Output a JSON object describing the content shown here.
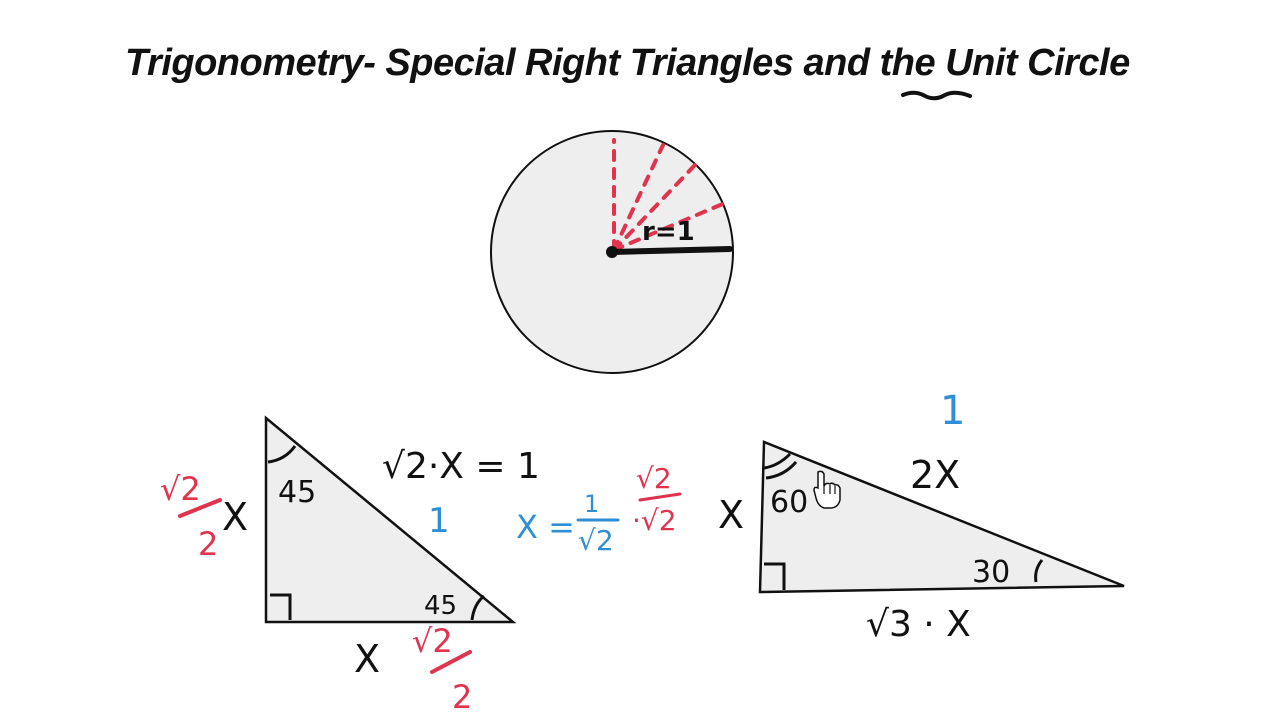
{
  "title": {
    "part1": "Trigonometry- Special Right Triangles and the ",
    "underlined_word": "Unit",
    "part2": " Circle"
  },
  "circle": {
    "radius_label": "r=1"
  },
  "triangle_45": {
    "angle_top": "45",
    "angle_bottom": "45",
    "leg_bottom": "X",
    "leg_left": "X",
    "hypotenuse_value": "1",
    "leg_left_value_num": "√2",
    "leg_left_value_den": "2",
    "leg_bottom_value_num": "√2",
    "leg_bottom_value_den": "2"
  },
  "work": {
    "equation": "√2·X = 1",
    "solve_lhs": "X =",
    "solve_num": "1",
    "solve_den": "√2",
    "rationalize_num": "√2",
    "rationalize_den": "·√2"
  },
  "triangle_30_60": {
    "angle_top": "60",
    "angle_right": "30",
    "short_leg": "X",
    "hypotenuse": "2X",
    "hypotenuse_value": "1",
    "long_leg": "√3 · X"
  },
  "colors": {
    "ink": "#111111",
    "red": "#e0334d",
    "blue": "#2e8fd6",
    "fill": "#eeeeee"
  }
}
